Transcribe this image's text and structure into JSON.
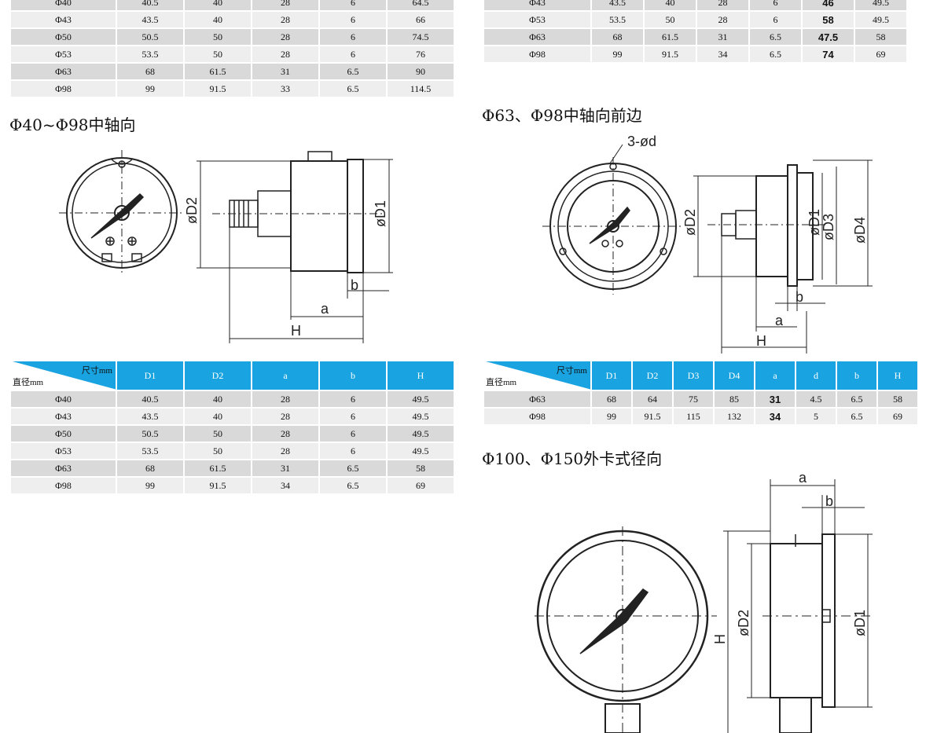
{
  "top_left_table": {
    "rows": [
      [
        "Φ40",
        "40.5",
        "40",
        "28",
        "6",
        "64.5"
      ],
      [
        "Φ43",
        "43.5",
        "40",
        "28",
        "6",
        "66"
      ],
      [
        "Φ50",
        "50.5",
        "50",
        "28",
        "6",
        "74.5"
      ],
      [
        "Φ53",
        "53.5",
        "50",
        "28",
        "6",
        "76"
      ],
      [
        "Φ63",
        "68",
        "61.5",
        "31",
        "6.5",
        "90"
      ],
      [
        "Φ98",
        "99",
        "91.5",
        "33",
        "6.5",
        "114.5"
      ]
    ]
  },
  "top_right_table": {
    "rows": [
      [
        "Φ43",
        "43.5",
        "40",
        "28",
        "6",
        "46",
        "49.5"
      ],
      [
        "Φ53",
        "53.5",
        "50",
        "28",
        "6",
        "58",
        "49.5"
      ],
      [
        "Φ63",
        "68",
        "61.5",
        "31",
        "6.5",
        "47.5",
        "58"
      ],
      [
        "Φ98",
        "99",
        "91.5",
        "34",
        "6.5",
        "74",
        "69"
      ]
    ]
  },
  "section_left": {
    "title": "Φ40~Φ98中轴向",
    "labels": {
      "d2": "øD2",
      "d1": "øD1",
      "b": "b",
      "a": "a",
      "h": "H"
    }
  },
  "section_right": {
    "title": "Φ63、Φ98中轴向前边",
    "labels": {
      "hole": "3-ød",
      "d2": "øD2",
      "d1": "øD1",
      "d3": "øD3",
      "d4": "øD4",
      "b": "b",
      "a": "a",
      "h": "H"
    }
  },
  "section_bottom": {
    "title": "Φ100、Φ150外卡式径向",
    "labels": {
      "a": "a",
      "b": "b",
      "h": "H",
      "d2": "øD2",
      "d1": "øD1"
    }
  },
  "left_table": {
    "corner_top": "尺寸mm",
    "corner_bottom": "直径mm",
    "headers": [
      "D1",
      "D2",
      "a",
      "b",
      "H"
    ],
    "rows": [
      [
        "Φ40",
        "40.5",
        "40",
        "28",
        "6",
        "49.5"
      ],
      [
        "Φ43",
        "43.5",
        "40",
        "28",
        "6",
        "49.5"
      ],
      [
        "Φ50",
        "50.5",
        "50",
        "28",
        "6",
        "49.5"
      ],
      [
        "Φ53",
        "53.5",
        "50",
        "28",
        "6",
        "49.5"
      ],
      [
        "Φ63",
        "68",
        "61.5",
        "31",
        "6.5",
        "58"
      ],
      [
        "Φ98",
        "99",
        "91.5",
        "34",
        "6.5",
        "69"
      ]
    ]
  },
  "right_table": {
    "corner_top": "尺寸mm",
    "corner_bottom": "直径mm",
    "headers": [
      "D1",
      "D2",
      "D3",
      "D4",
      "a",
      "d",
      "b",
      "H"
    ],
    "rows": [
      [
        "Φ63",
        "68",
        "64",
        "75",
        "85",
        "31",
        "4.5",
        "6.5",
        "58"
      ],
      [
        "Φ98",
        "99",
        "91.5",
        "115",
        "132",
        "34",
        "5",
        "6.5",
        "69"
      ]
    ]
  }
}
